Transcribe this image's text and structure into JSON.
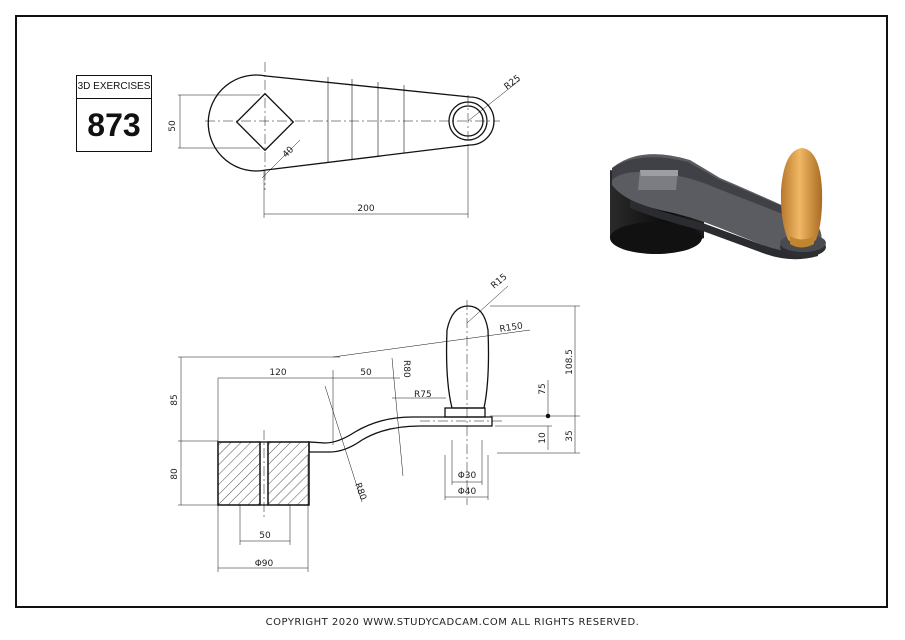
{
  "badge": {
    "label": "3D EXERCISES",
    "number": "873"
  },
  "top_view": {
    "dims": {
      "d50": "50",
      "d200": "200",
      "r25": "R25",
      "sq40": "40"
    }
  },
  "front_view": {
    "dims": {
      "r15": "R15",
      "r150": "R150",
      "d120": "120",
      "d50a": "50",
      "r80a": "R80",
      "r75": "R75",
      "d85": "85",
      "d80": "80",
      "d1085": "108.5",
      "d75": "75",
      "d10": "10",
      "d35": "35",
      "d30": "Φ30",
      "d40": "Φ40",
      "r80b": "R80",
      "d50b": "50",
      "d90": "Φ90"
    }
  },
  "copyright": "COPYRIGHT  2020 WWW.STUDYCADCAM.COM ALL RIGHTS RESERVED.",
  "colors": {
    "line": "#111111",
    "handle": "#d79a45",
    "body": "#3a3b40",
    "hub": "#1a1a1a"
  }
}
